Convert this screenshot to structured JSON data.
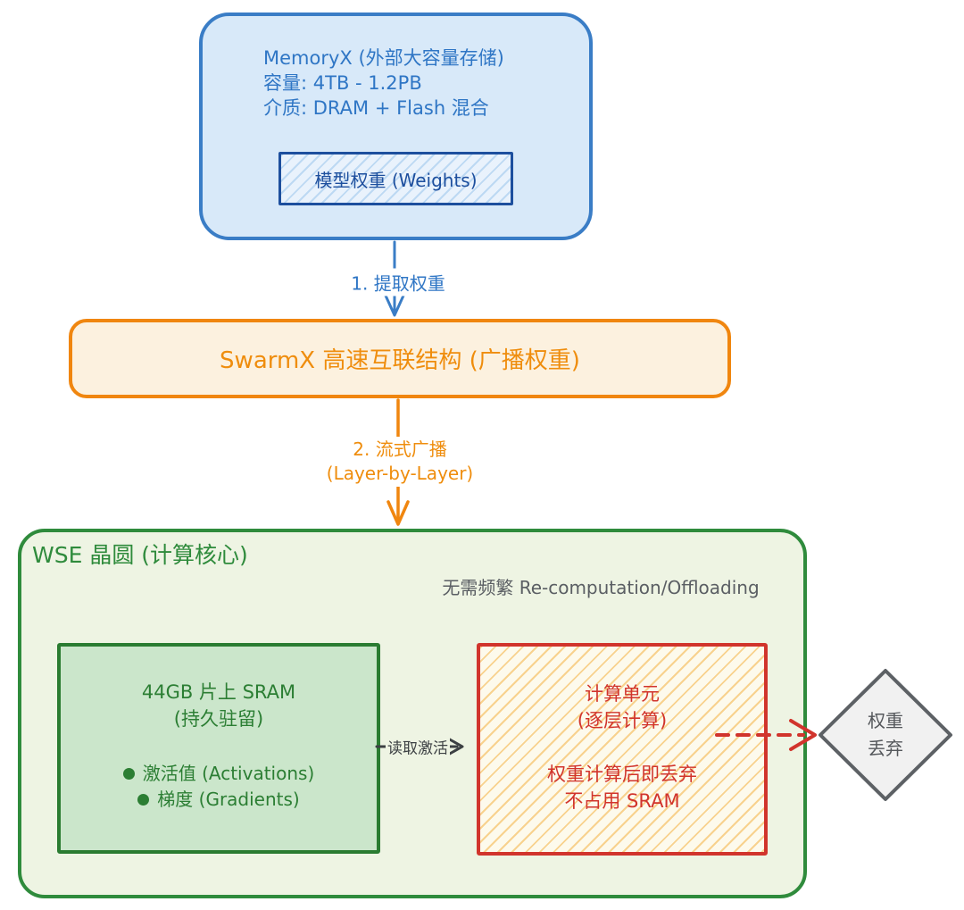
{
  "colors": {
    "blue_border": "#3a7dc6",
    "blue_fill": "#d8e9f9",
    "blue_text": "#2f76c5",
    "navy": "#1d4f9e",
    "chip_fill": "#e9f2fc",
    "chip_stripe": "#bdd9f3",
    "orange_border": "#f0860f",
    "orange_fill": "#fcf1df",
    "orange_text": "#ef8d0d",
    "green_border": "#2f8b3c",
    "green_fill_outer": "#eef4e3",
    "green_inner_border": "#2a7c31",
    "green_fill_inner": "#cbe6cb",
    "green_text": "#2b7e33",
    "red": "#d1342c",
    "red_fill": "#fdfaec",
    "red_stripe": "#f8d28e",
    "gray_text": "#5a5e63",
    "dark_line": "#3c4043",
    "diamond_fill": "#f1f1f1",
    "diamond_border": "#5d6165",
    "diamond_text": "#55585c",
    "canvas_bg": "#ffffff"
  },
  "memoryx": {
    "title": "MemoryX (外部大容量存储)",
    "capacity": "容量: 4TB - 1.2PB",
    "medium": "介质: DRAM + Flash 混合",
    "weights_label": "模型权重 (Weights)"
  },
  "flows": {
    "step1": "1. 提取权重",
    "step2_line1": "2. 流式广播",
    "step2_line2": "(Layer-by-Layer)",
    "read_label": "读取激活"
  },
  "swarmx": {
    "label": "SwarmX 高速互联结构 (广播权重)"
  },
  "wse": {
    "title": "WSE 晶圆 (计算核心)",
    "note": "无需频繁 Re-computation/Offloading",
    "sram": {
      "title": "44GB 片上 SRAM",
      "subtitle": "(持久驻留)",
      "items": [
        {
          "label": "激活值 (Activations)"
        },
        {
          "label": "梯度 (Gradients)"
        }
      ]
    },
    "compute": {
      "title": "计算单元",
      "subtitle": "(逐层计算)",
      "note1": "权重计算后即丢弃",
      "note2": "不占用 SRAM"
    }
  },
  "discard": {
    "line1": "权重",
    "line2": "丢弃"
  }
}
